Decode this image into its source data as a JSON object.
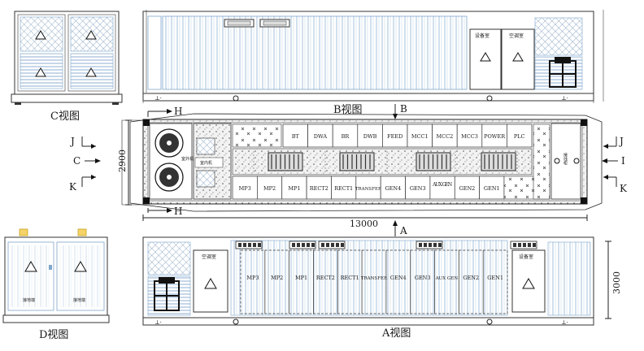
{
  "views": {
    "c": {
      "label": "C视图"
    },
    "b": {
      "label": "B视图"
    },
    "a": {
      "label": "A视图"
    },
    "d": {
      "label": "D视图"
    }
  },
  "section_markers": {
    "h_top": "H",
    "h_bottom": "H",
    "b": "B",
    "a": "A",
    "j_left": "J",
    "c_left": "C",
    "k_left": "K",
    "j_right": "J",
    "i_right": "I",
    "k_right": "K"
  },
  "dimensions": {
    "width_2900": "2900",
    "length_13000": "13000",
    "height_3000": "3000"
  },
  "plan": {
    "top_row_labels": [
      "BT",
      "DWA",
      "BR",
      "DWB",
      "FEED",
      "MCC1",
      "MCC2",
      "MCC3",
      "POWER",
      "PLC"
    ],
    "bottom_row_labels": [
      "MP3",
      "MP2",
      "MP1",
      "RECT2",
      "RECT1",
      "TRANSFER",
      "GEN4",
      "GEN3",
      "AUX GEN",
      "GEN2",
      "GEN1"
    ],
    "outdoor_unit_label": "室外机",
    "indoor_unit_label": "室内机",
    "end_panel_label": "接线柜"
  },
  "elevation_b": {
    "door_left_label": "设备室",
    "door_right_label": "空调室"
  },
  "elevation_a": {
    "door_left_label": "空调室",
    "door_right_label": "设备室",
    "cabinet_labels": [
      "MP3",
      "MP2",
      "MP1",
      "RECT2",
      "RECT1",
      "TRANSFER",
      "GEN4",
      "GEN3",
      "AUX GEN",
      "GEN2",
      "GEN1"
    ]
  },
  "view_d": {
    "door_left_label": "接地端",
    "door_right_label": "接地端"
  }
}
